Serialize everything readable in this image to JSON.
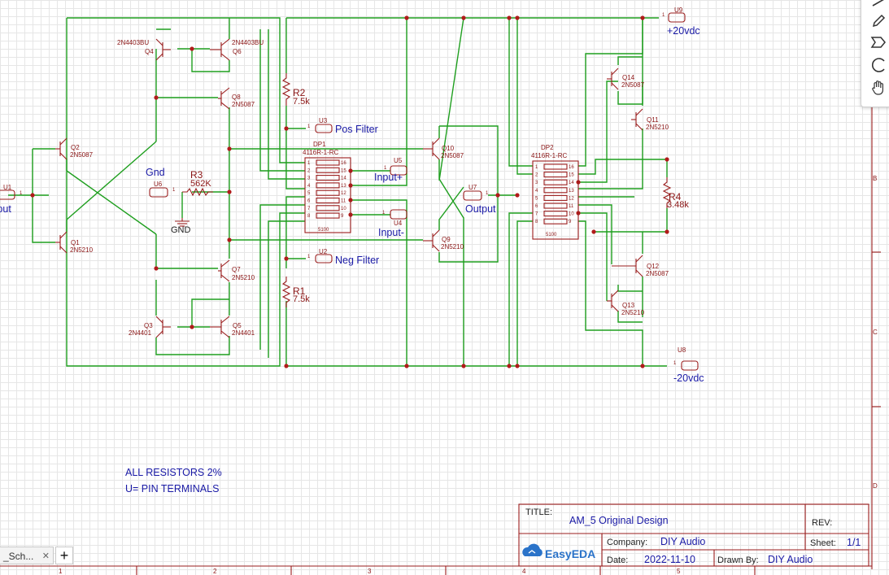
{
  "components": {
    "transistors": [
      {
        "ref": "Q4",
        "part": "2N4403BU"
      },
      {
        "ref": "Q6",
        "part": "2N4403BU"
      },
      {
        "ref": "Q8",
        "part": "2N5087"
      },
      {
        "ref": "Q2",
        "part": "2N5087"
      },
      {
        "ref": "Q1",
        "part": "2N5210"
      },
      {
        "ref": "Q7",
        "part": "2N5210"
      },
      {
        "ref": "Q3",
        "part": "2N4401"
      },
      {
        "ref": "Q5",
        "part": "2N4401"
      },
      {
        "ref": "Q10",
        "part": "2N5087"
      },
      {
        "ref": "Q9",
        "part": "2N5210"
      },
      {
        "ref": "Q14",
        "part": "2N5087"
      },
      {
        "ref": "Q11",
        "part": "2N5210"
      },
      {
        "ref": "Q12",
        "part": "2N5087"
      },
      {
        "ref": "Q13",
        "part": "2N5210"
      }
    ],
    "resistors": [
      {
        "ref": "R2",
        "value": "7.5k"
      },
      {
        "ref": "R1",
        "value": "7.5k"
      },
      {
        "ref": "R3",
        "value": "562K"
      },
      {
        "ref": "R4",
        "value": "3.48k"
      }
    ],
    "dips": [
      {
        "ref": "DP1",
        "part": "4116R-1-RC",
        "code": "5100"
      },
      {
        "ref": "DP2",
        "part": "4116R-1-RC",
        "code": "5100"
      }
    ],
    "terminals": [
      {
        "ref": "U1",
        "pin": "1",
        "label": "Input"
      },
      {
        "ref": "U6",
        "pin": "1",
        "label": "Gnd"
      },
      {
        "ref": "U3",
        "pin": "1",
        "label": "Pos Filter"
      },
      {
        "ref": "U5",
        "pin": "1",
        "label": "Input+"
      },
      {
        "ref": "U4",
        "pin": "1",
        "label": "Input-"
      },
      {
        "ref": "U2",
        "pin": "1",
        "label": "Neg Filter"
      },
      {
        "ref": "U7",
        "pin": "1",
        "label": "Output"
      },
      {
        "ref": "U9",
        "pin": "1",
        "label": "+20vdc"
      },
      {
        "ref": "U8",
        "pin": "1",
        "label": "-20vdc"
      }
    ],
    "gnd_label": "GND",
    "dip_pins_left": [
      "1",
      "2",
      "3",
      "4",
      "5",
      "6",
      "7",
      "8"
    ],
    "dip_pins_right": [
      "16",
      "15",
      "14",
      "13",
      "12",
      "11",
      "10",
      "9"
    ]
  },
  "notes": [
    "ALL RESISTORS 2%",
    "U= PIN TERMINALS"
  ],
  "title_block": {
    "title_label": "TITLE:",
    "title": "AM_5 Original Design",
    "rev_label": "REV:",
    "company_label": "Company:",
    "company": "DIY Audio",
    "sheet_label": "Sheet:",
    "sheet": "1/1",
    "date_label": "Date:",
    "date": "2022-11-10",
    "drawn_label": "Drawn By:",
    "drawn_by": "DIY Audio",
    "logo": "EasyEDA"
  },
  "frame": {
    "col_labels": [
      "1",
      "2",
      "3",
      "4",
      "5"
    ],
    "row_labels": [
      "B",
      "C",
      "D"
    ]
  },
  "tabs": {
    "sheet_tab": "_Sch...",
    "close": "✕",
    "add": "+"
  },
  "tools": [
    "line-tool-icon",
    "pencil-icon",
    "net-flag-icon",
    "arc-icon",
    "pan-hand-icon"
  ],
  "colors": {
    "wire": "#1f9f1f",
    "component": "#9a1c1c",
    "label": "#1a1aa6",
    "junction": "#b11b1b"
  }
}
